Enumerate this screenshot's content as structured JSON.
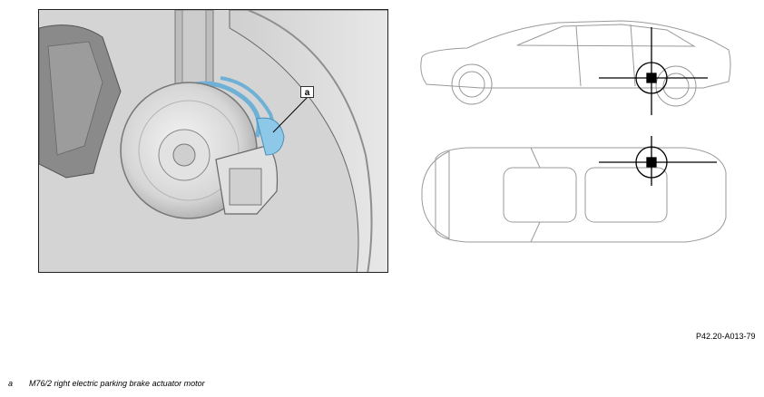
{
  "callout": {
    "letter": "a"
  },
  "figure_ref": "P42.20-A013-79",
  "legend": [
    {
      "key": "a",
      "text": "M76/2 right electric parking brake actuator motor"
    }
  ]
}
